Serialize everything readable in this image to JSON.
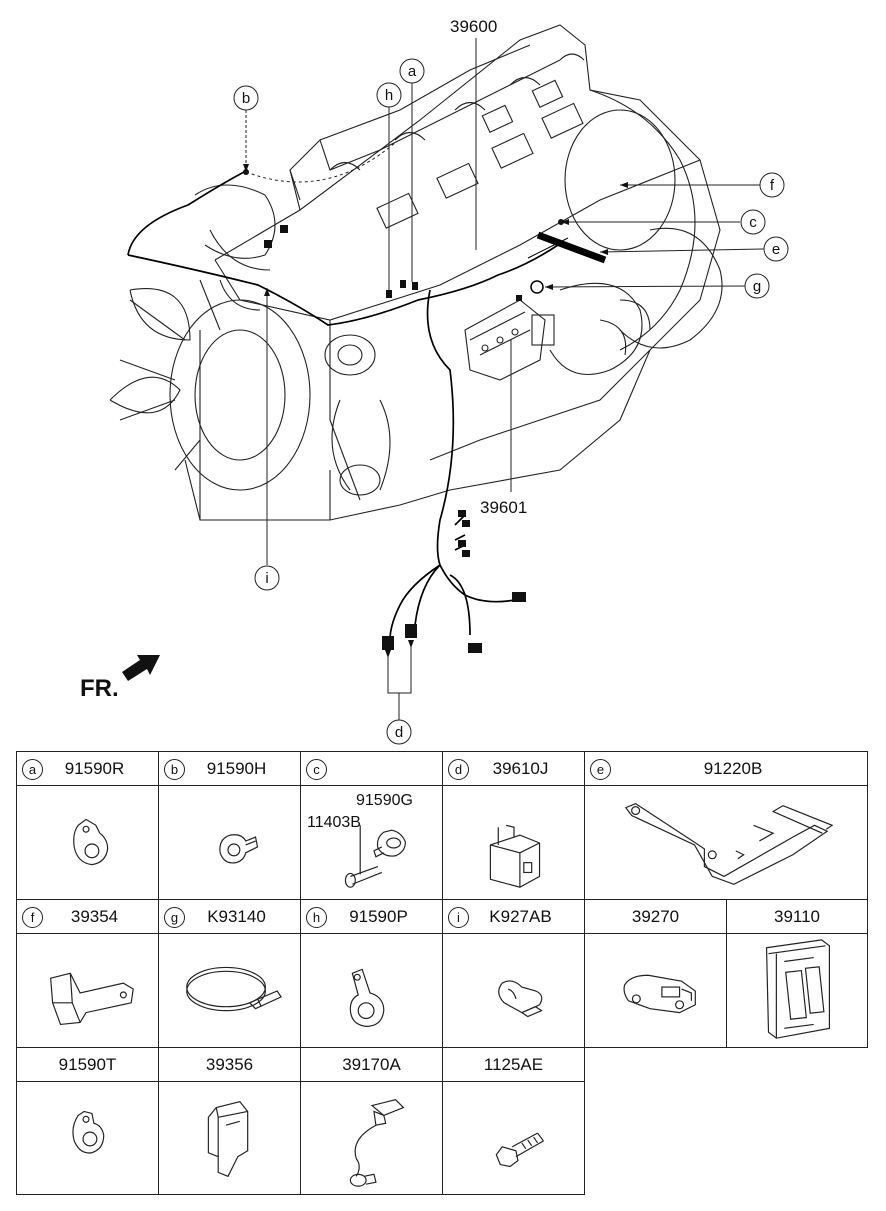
{
  "diagram": {
    "main_harness_part": "39600",
    "sub_harness_part": "39601",
    "front_label": "FR.",
    "callouts": [
      "a",
      "b",
      "c",
      "d",
      "e",
      "f",
      "g",
      "h",
      "i"
    ]
  },
  "parts": [
    {
      "letter": "a",
      "part": "91590R"
    },
    {
      "letter": "b",
      "part": "91590H"
    },
    {
      "letter": "c",
      "part": "",
      "sub_parts": [
        "91590G",
        "11403B"
      ]
    },
    {
      "letter": "d",
      "part": "39610J"
    },
    {
      "letter": "e",
      "part": "91220B"
    },
    {
      "letter": "f",
      "part": "39354"
    },
    {
      "letter": "g",
      "part": "K93140"
    },
    {
      "letter": "h",
      "part": "91590P"
    },
    {
      "letter": "i",
      "part": "K927AB"
    },
    {
      "letter": "",
      "part": "39270"
    },
    {
      "letter": "",
      "part": "39110"
    },
    {
      "letter": "",
      "part": "91590T"
    },
    {
      "letter": "",
      "part": "39356"
    },
    {
      "letter": "",
      "part": "39170A"
    },
    {
      "letter": "",
      "part": "1125AE"
    }
  ]
}
